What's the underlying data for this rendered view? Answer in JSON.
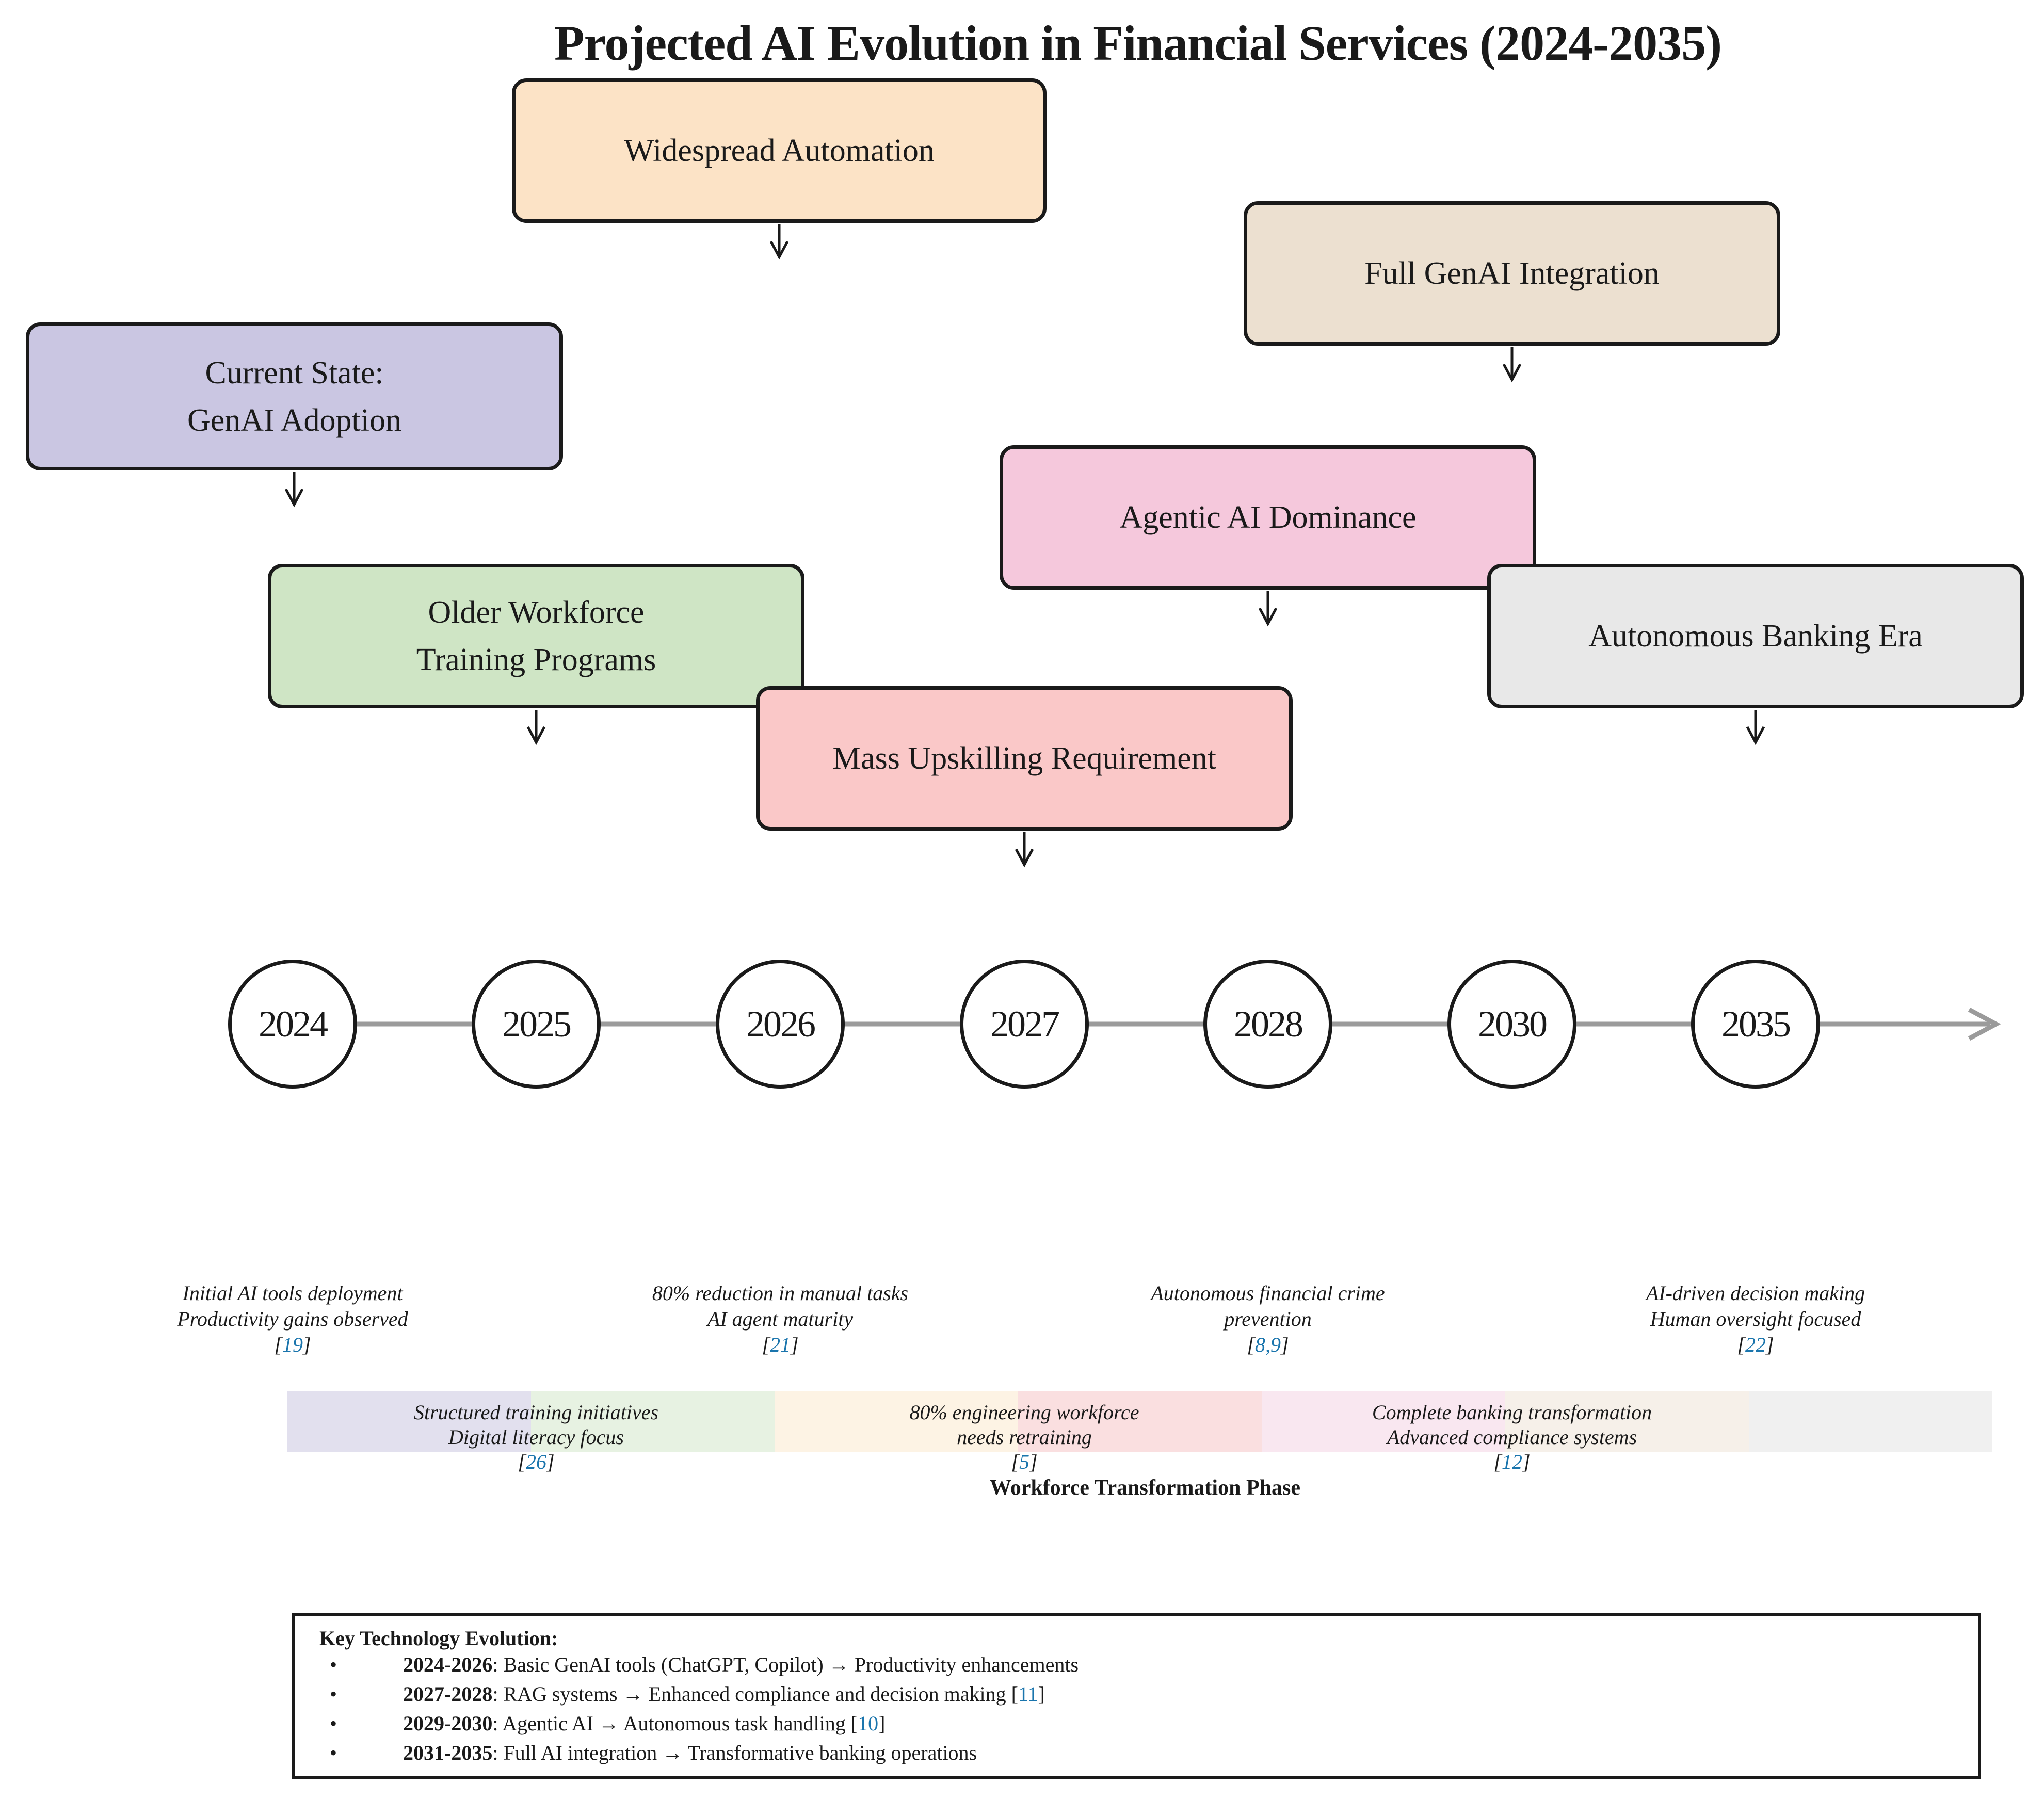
{
  "title": "Projected AI Evolution in Financial Services (2024-2035)",
  "boxes": [
    {
      "id": "current-state",
      "line1": "Current State:",
      "line2": "GenAI Adoption",
      "color": "#cac6e2"
    },
    {
      "id": "older-workforce",
      "line1": "Older Workforce",
      "line2": "Training Programs",
      "color": "#cfe5c5"
    },
    {
      "id": "widespread-automation",
      "line1": "Widespread Automation",
      "line2": "",
      "color": "#fce3c6"
    },
    {
      "id": "mass-upskilling",
      "line1": "Mass Upskilling Requirement",
      "line2": "",
      "color": "#fac8c8"
    },
    {
      "id": "agentic-ai",
      "line1": "Agentic AI Dominance",
      "line2": "",
      "color": "#f5c8dc"
    },
    {
      "id": "full-genai",
      "line1": "Full GenAI Integration",
      "line2": "",
      "color": "#ece0d0"
    },
    {
      "id": "autonomous-banking",
      "line1": "Autonomous Banking Era",
      "line2": "",
      "color": "#e8e8e8"
    }
  ],
  "timeline": {
    "years": [
      "2024",
      "2025",
      "2026",
      "2027",
      "2028",
      "2030",
      "2035"
    ],
    "line_color": "#9b9b9b"
  },
  "milestones": [
    {
      "line1": "Initial AI tools deployment",
      "line2": "Productivity gains observed",
      "cite_open": "[",
      "cite_num": "19",
      "cite_close": "]"
    },
    {
      "line1": "80% reduction in manual tasks",
      "line2": "AI agent maturity",
      "cite_open": "[",
      "cite_num": "21",
      "cite_close": "]"
    },
    {
      "line1": "Autonomous financial crime",
      "line2": "prevention",
      "cite_open": "[",
      "cite_num": "8,9",
      "cite_close": "]"
    },
    {
      "line1": "AI-driven decision making",
      "line2": "Human oversight focused",
      "cite_open": "[",
      "cite_num": "22",
      "cite_close": "]"
    }
  ],
  "phase_band": {
    "label": "Workforce Transformation Phase",
    "segment_colors": [
      "#e2e0ee",
      "#e7f2e2",
      "#fdf3e4",
      "#fadfe0",
      "#f9e7f0",
      "#f6f0e9",
      "#f0f0f0"
    ],
    "notes": [
      {
        "line1": "Structured training initiatives",
        "line2": "Digital literacy focus",
        "cite_open": "[",
        "cite_num": "26",
        "cite_close": "]"
      },
      {
        "line1": "80% engineering workforce",
        "line2": "needs retraining",
        "cite_open": "[",
        "cite_num": "5",
        "cite_close": "]"
      },
      {
        "line1": "Complete banking transformation",
        "line2": "Advanced compliance systems",
        "cite_open": "[",
        "cite_num": "12",
        "cite_close": "]"
      }
    ]
  },
  "key_tech": {
    "heading": "Key Technology Evolution:",
    "bullet_char": "•",
    "items": [
      {
        "range": "2024-2026",
        "text": ": Basic GenAI tools (ChatGPT, Copilot) → Productivity enhancements",
        "cite_open": "",
        "cite_num": "",
        "cite_close": ""
      },
      {
        "range": "2027-2028",
        "text": ": RAG systems → Enhanced compliance and decision making ",
        "cite_open": "[",
        "cite_num": "11",
        "cite_close": "]"
      },
      {
        "range": "2029-2030",
        "text": ": Agentic AI → Autonomous task handling ",
        "cite_open": "[",
        "cite_num": "10",
        "cite_close": "]"
      },
      {
        "range": "2031-2035",
        "text": ": Full AI integration → Transformative banking operations",
        "cite_open": "",
        "cite_num": "",
        "cite_close": ""
      }
    ]
  }
}
